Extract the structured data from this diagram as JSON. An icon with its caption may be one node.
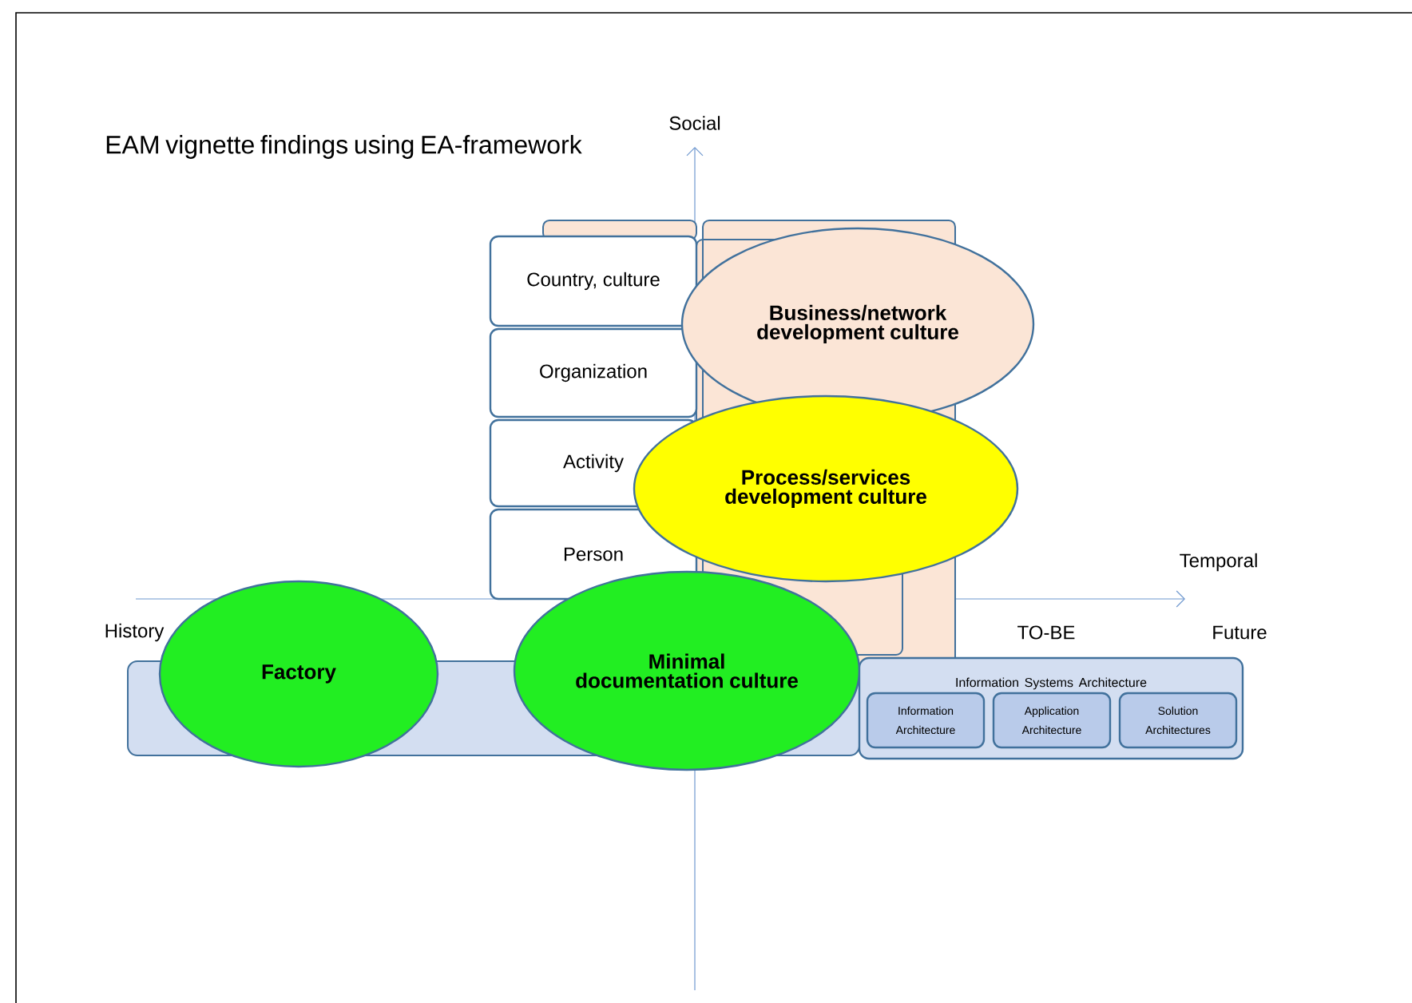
{
  "diagram": {
    "title": "EAM vignette findings using EA-framework",
    "nodes": [
      {
        "text": [
          "Country, culture"
        ]
      },
      {
        "text": [
          "Organization"
        ]
      },
      {
        "text": [
          "Activity"
        ]
      },
      {
        "text": [
          "Person"
        ]
      },
      {
        "text": [
          "Business/network development culture"
        ]
      },
      {
        "text": [
          "Process/services development culture"
        ]
      },
      {
        "text": [
          "Factory"
        ]
      },
      {
        "text": [
          "Minimal documentation culture"
        ]
      },
      {
        "text": [
          "Information Systems Architecture"
        ]
      },
      {
        "text": [
          "Information Architecture"
        ],
        "in": 8
      },
      {
        "text": [
          "Application Architecture"
        ],
        "in": 8
      },
      {
        "text": [
          "Solution Architectures"
        ],
        "in": 8
      }
    ],
    "edges": [],
    "labels": [
      "Social",
      "Temporal",
      "History",
      "TO-BE",
      "Future"
    ]
  }
}
